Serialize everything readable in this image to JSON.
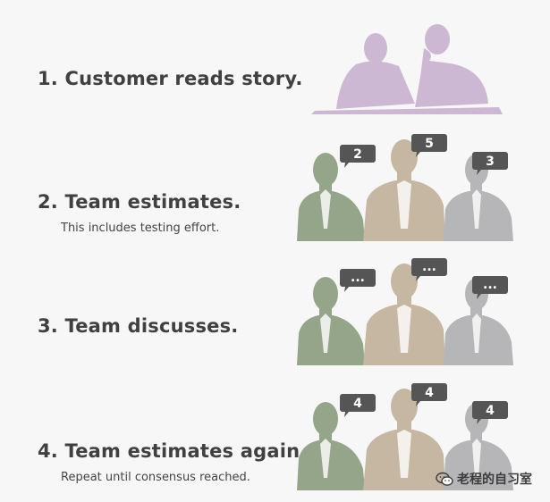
{
  "steps": [
    {
      "title": "1. Customer reads story.",
      "subtitle": ""
    },
    {
      "title": "2. Team estimates.",
      "subtitle": "This includes testing effort.",
      "bubbles": [
        "2",
        "5",
        "3"
      ]
    },
    {
      "title": "3. Team discusses.",
      "subtitle": "",
      "bubbles": [
        "...",
        "...",
        "..."
      ]
    },
    {
      "title": "4. Team estimates again.",
      "subtitle": "Repeat until consensus reached.",
      "bubbles": [
        "4",
        "4",
        "4"
      ]
    }
  ],
  "watermark": {
    "text": "老程的自习室",
    "icon": "wechat-icon"
  },
  "colors": {
    "customer_silhouette": "#cdb8d3",
    "person_left": "#94a58a",
    "person_middle": "#c5b7a1",
    "person_right": "#b6b6b8",
    "bubble": "#555555",
    "background": "#f7f7f7"
  }
}
